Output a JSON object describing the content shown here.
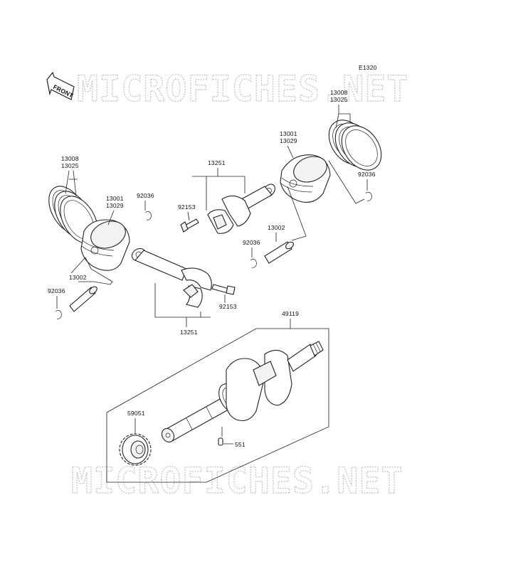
{
  "diagram_code": "E1320",
  "front_label": "FRONT",
  "watermark": "MICROFICHES.NET",
  "labels": {
    "rings_left_a": "13008",
    "rings_left_b": "13025",
    "piston_left_a": "13001",
    "piston_left_b": "13029",
    "clip_left_upper": "92036",
    "pin_left": "13002",
    "clip_left_lower": "92036",
    "rod_lower": "13251",
    "bolt_lower": "92153",
    "rod_upper": "13251",
    "bolt_upper": "92153",
    "piston_right_a": "13001",
    "piston_right_b": "13029",
    "rings_right_a": "13008",
    "rings_right_b": "13025",
    "clip_right": "92036",
    "pin_right": "13002",
    "clip_mid": "92036",
    "crankshaft": "49119",
    "gear": "59051",
    "key": "551"
  }
}
